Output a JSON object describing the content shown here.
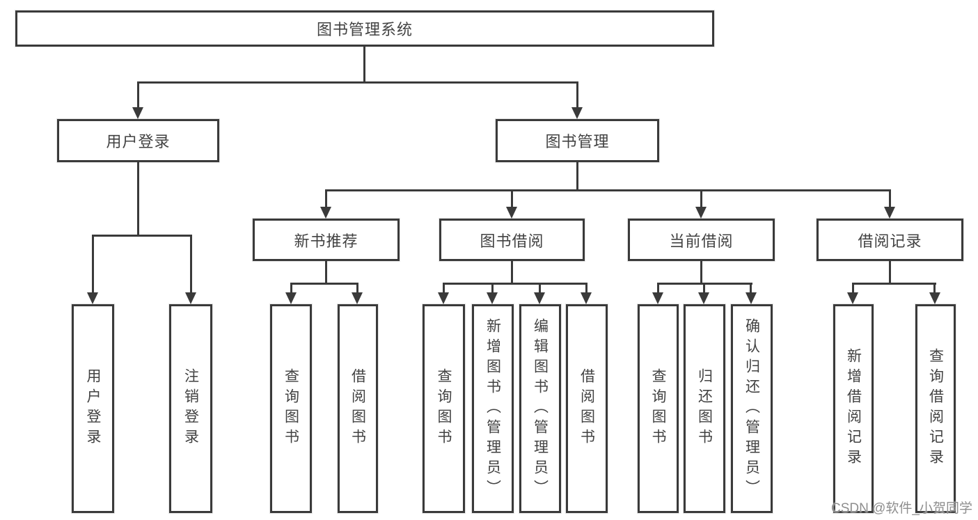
{
  "palette": {
    "line": "#3a3a3a",
    "text": "#424242",
    "watermark": "#8e8e8e",
    "bg": "#ffffff"
  },
  "diagram": {
    "root": {
      "label": "图书管理系统"
    },
    "branches": {
      "user_login": {
        "label": "用户登录",
        "children": [
          {
            "label": "用户登录"
          },
          {
            "label": "注销登录"
          }
        ]
      },
      "book_management": {
        "label": "图书管理"
      },
      "new_book_recommend": {
        "label": "新书推荐",
        "children": [
          {
            "label": "查询图书"
          },
          {
            "label": "借阅图书"
          }
        ]
      },
      "book_borrow": {
        "label": "图书借阅",
        "children": [
          {
            "label": "查询图书"
          },
          {
            "label": "新增图书（管理员）"
          },
          {
            "label": "编辑图书（管理员）"
          },
          {
            "label": "借阅图书"
          }
        ]
      },
      "current_borrow": {
        "label": "当前借阅",
        "children": [
          {
            "label": "查询图书"
          },
          {
            "label": "归还图书"
          },
          {
            "label": "确认归还（管理员）"
          }
        ]
      },
      "borrow_records": {
        "label": "借阅记录",
        "children": [
          {
            "label": "新增借阅记录"
          },
          {
            "label": "查询借阅记录"
          }
        ]
      }
    }
  },
  "watermark": {
    "text": "CSDN @软件_小贺同学"
  }
}
